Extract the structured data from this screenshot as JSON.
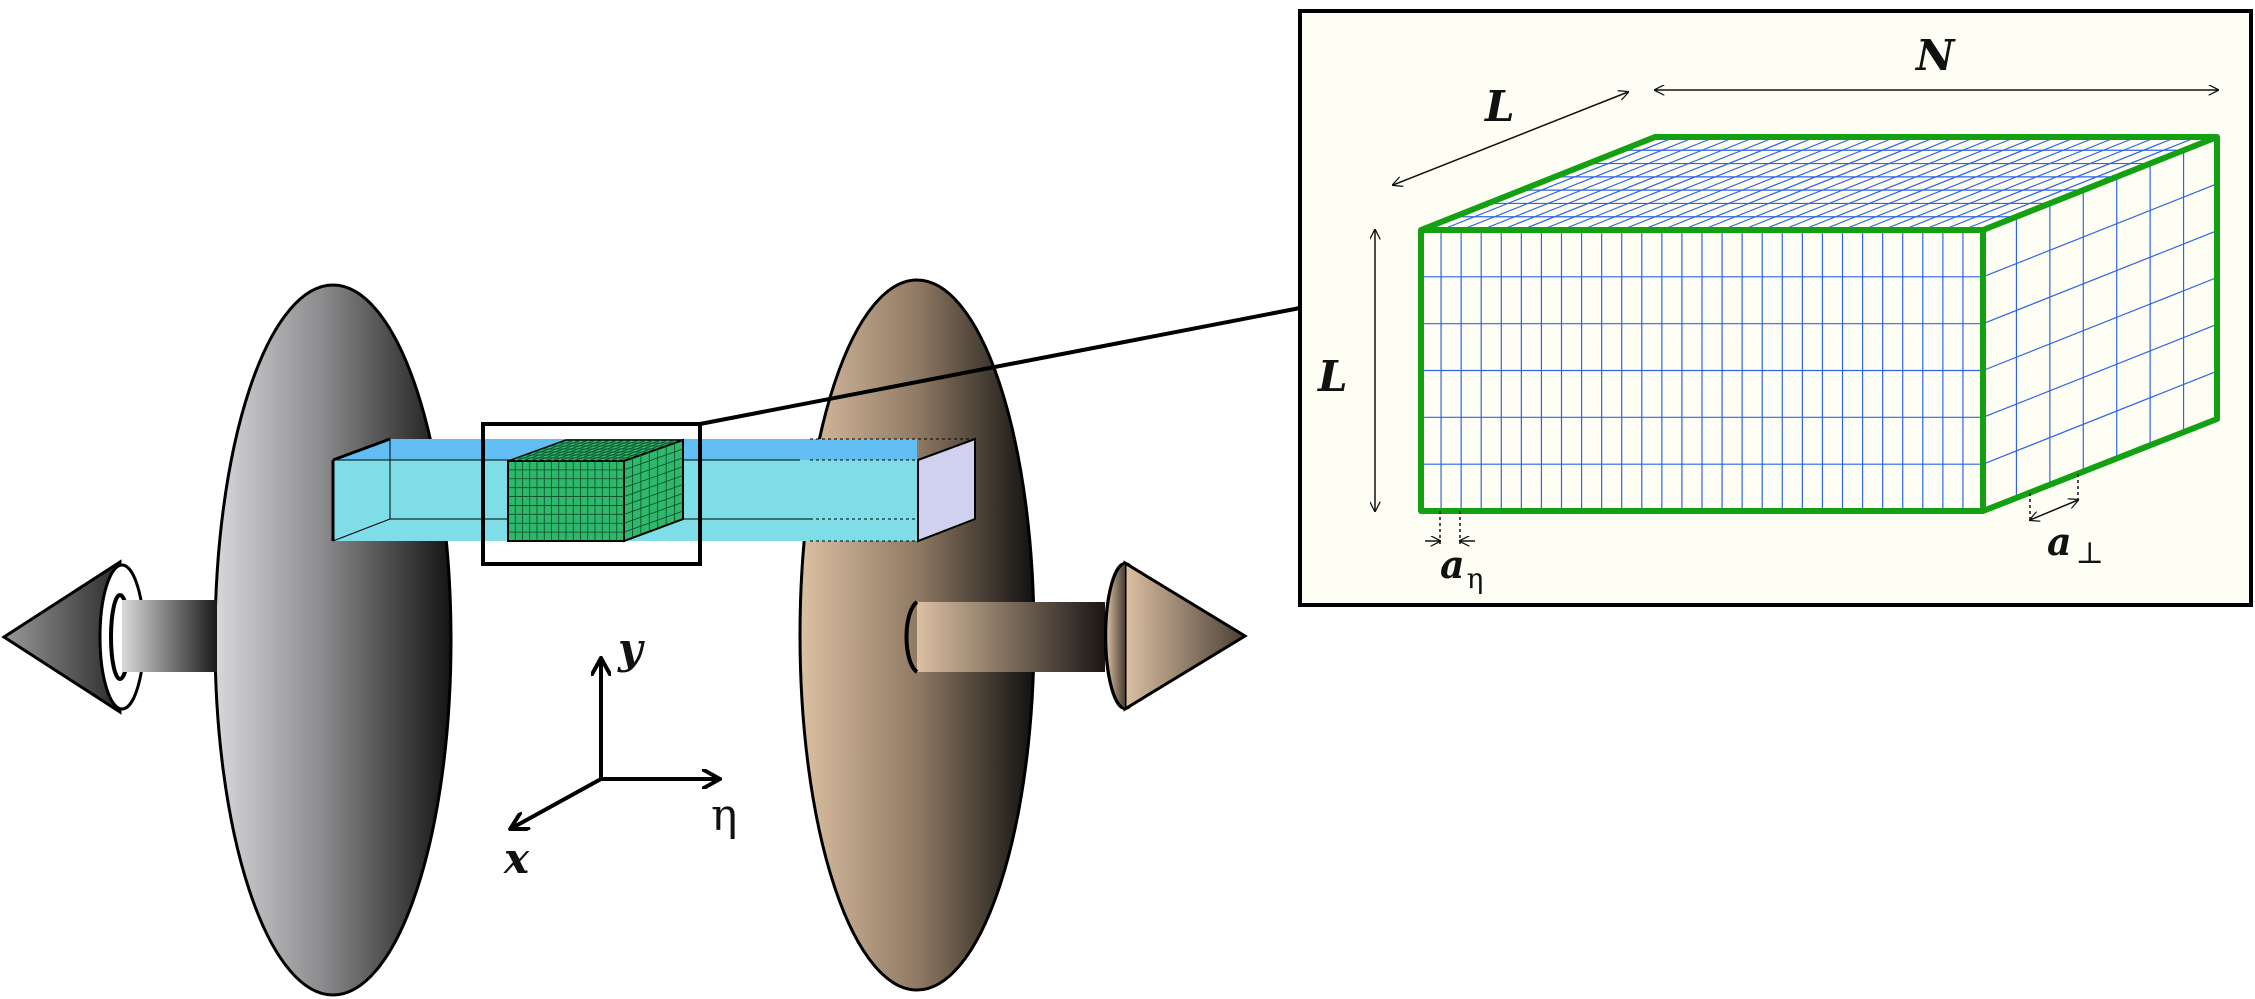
{
  "inset": {
    "label_length_depth": "L",
    "label_length_height": "L",
    "label_longitudinal": "N",
    "spacing_longitudinal": {
      "symbol": "a",
      "subscript": "η"
    },
    "spacing_transverse": {
      "symbol": "a",
      "subscript": "⊥"
    }
  },
  "axes": {
    "y_label": "y",
    "eta_label": "η",
    "x_label": "x"
  },
  "colors": {
    "lattice_edge": "#13a013",
    "lattice_grid": "#2e64e8",
    "inset_background": "#fffef5",
    "tube_front": "#7edde6",
    "tube_top": "#62bdf3",
    "probe_box": "#2fb86c",
    "end_cap": "#cfd1ee",
    "left_nucleus_light": "#d8d8dc",
    "left_nucleus_dark": "#1a1a1a",
    "right_nucleus_light": "#dcc0a2",
    "right_nucleus_dark": "#141210"
  }
}
